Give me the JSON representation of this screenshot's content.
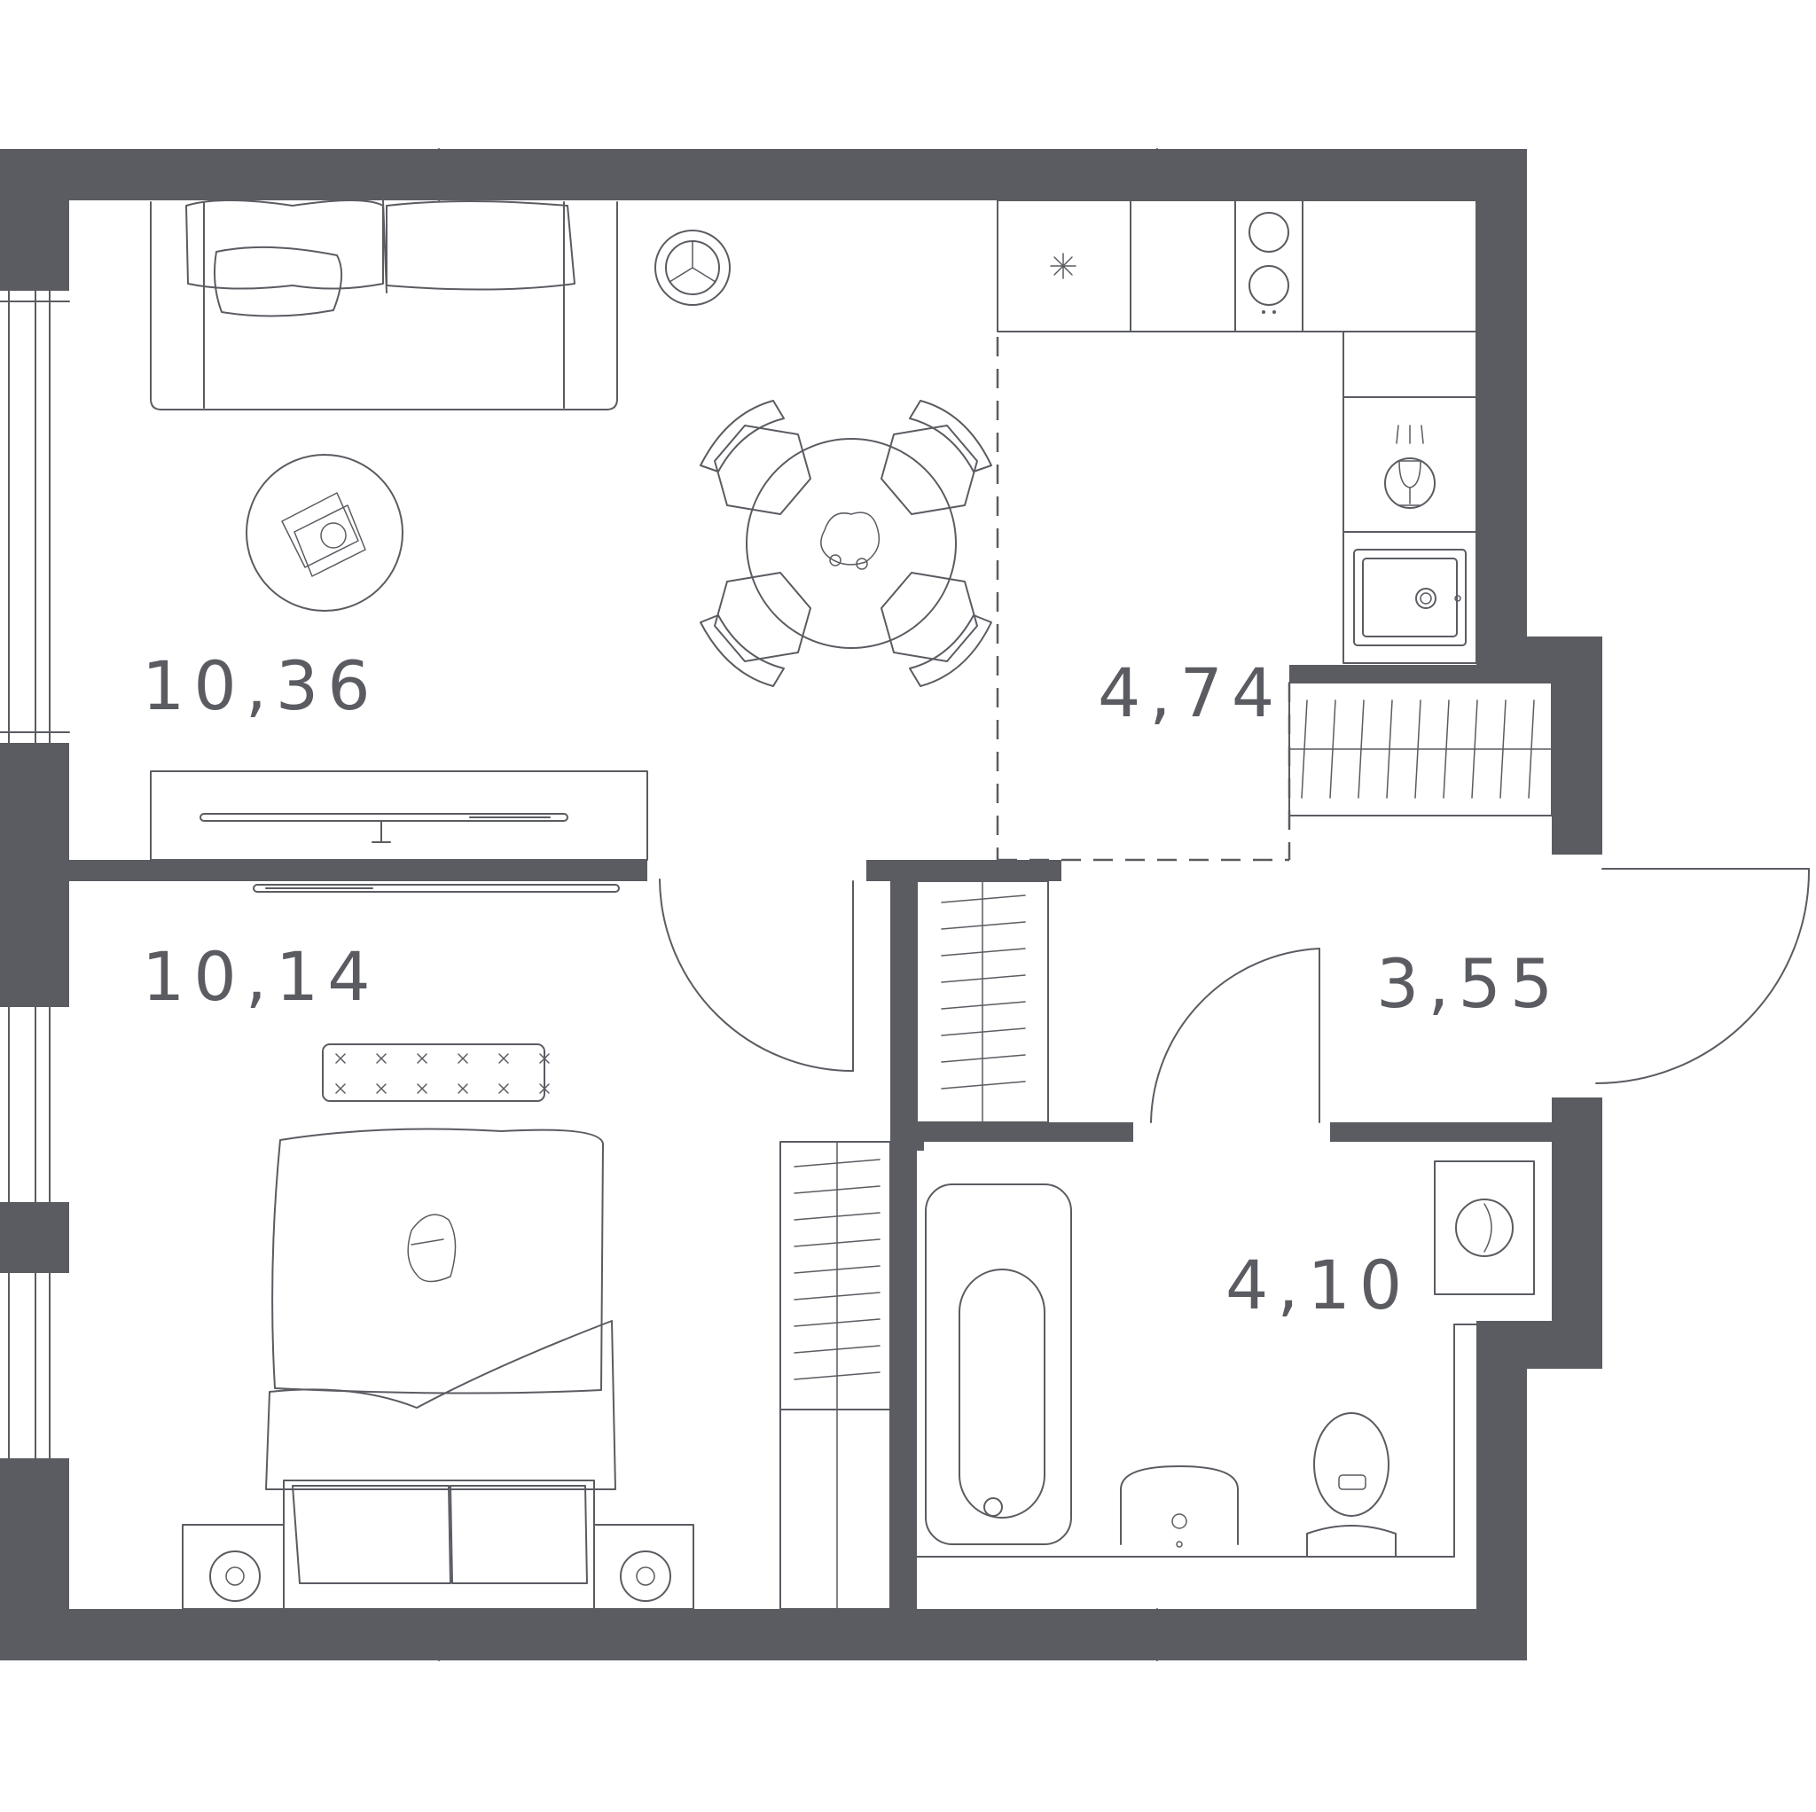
{
  "plan": {
    "wall_color": "#5a5c62",
    "background": "#ffffff",
    "rooms": [
      {
        "id": "living",
        "area": "10,36"
      },
      {
        "id": "kitchen",
        "area": "4,74"
      },
      {
        "id": "hall",
        "area": "3,55"
      },
      {
        "id": "bedroom",
        "area": "10,14"
      },
      {
        "id": "bathroom",
        "area": "4,10"
      }
    ]
  }
}
